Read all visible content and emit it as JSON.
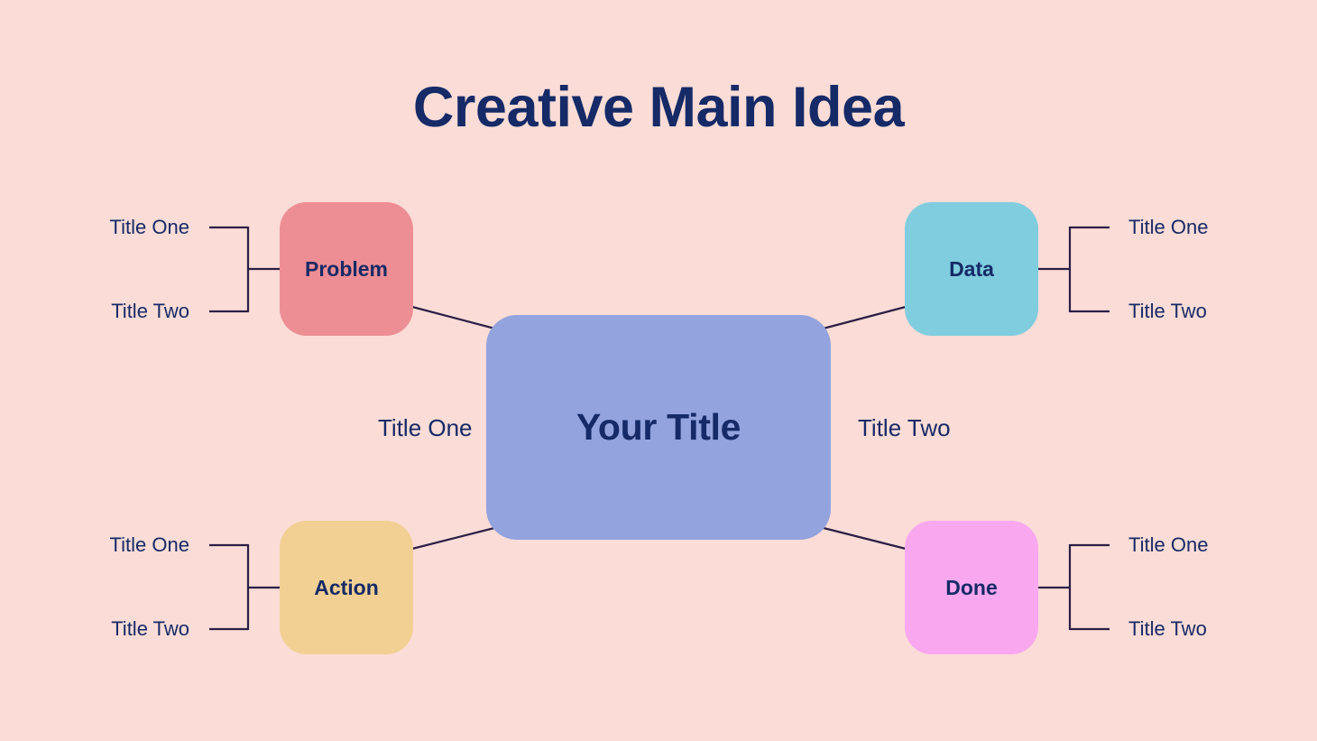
{
  "title": "Creative Main Idea",
  "colors": {
    "background": "#fcdcd7",
    "ink": "#152a66",
    "center": "#93a3de",
    "problem": "#ed8e95",
    "data": "#7fcdde",
    "action": "#f2d093",
    "done": "#f9a8f0",
    "connector": "#2b1f45"
  },
  "center": {
    "label": "Your Title"
  },
  "spokes": {
    "left": "Title One",
    "right": "Title Two"
  },
  "branches": [
    {
      "id": "problem",
      "label": "Problem",
      "position": "top-left",
      "color": "#ed8e95",
      "leaves": [
        "Title One",
        "Title Two"
      ]
    },
    {
      "id": "data",
      "label": "Data",
      "position": "top-right",
      "color": "#7fcdde",
      "leaves": [
        "Title One",
        "Title Two"
      ]
    },
    {
      "id": "action",
      "label": "Action",
      "position": "bottom-left",
      "color": "#f2d093",
      "leaves": [
        "Title One",
        "Title Two"
      ]
    },
    {
      "id": "done",
      "label": "Done",
      "position": "bottom-right",
      "color": "#f9a8f0",
      "leaves": [
        "Title One",
        "Title Two"
      ]
    }
  ]
}
